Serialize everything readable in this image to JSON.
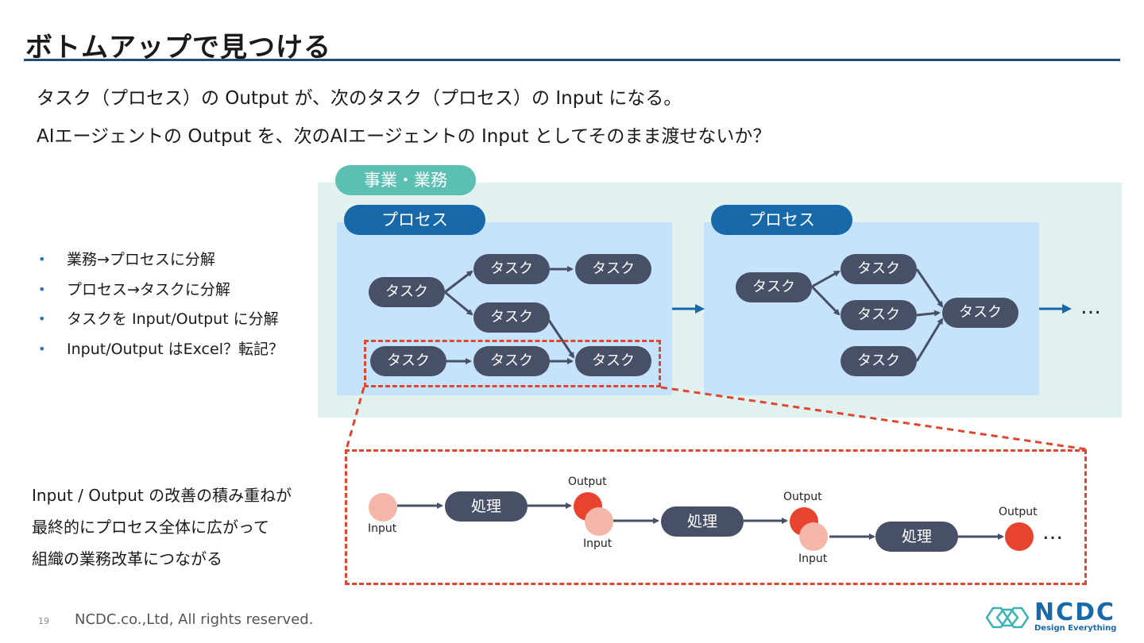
{
  "slide": {
    "title": "ボトムアップで見つける",
    "lead": [
      "タスク（プロセス）の Output が、次のタスク（プロセス）の Input になる。",
      "AIエージェントの Output を、次のAIエージェントの Input としてそのまま渡せないか？"
    ],
    "bullets": [
      "業務→プロセスに分解",
      "プロセス→タスクに分解",
      "タスクを Input/Output に分解",
      "Input/Output はExcel？転記？"
    ],
    "conclusion": [
      "Input / Output の改善の積み重ねが",
      "最終的にプロセス全体に広がって",
      "組織の業務改革につながる"
    ],
    "page_number": "19",
    "copyright": "NCDC.co.,Ltd, All rights reserved."
  },
  "diagram": {
    "business_label": "事業・業務",
    "process_label": "プロセス",
    "task_label": "タスク",
    "ellipsis": "…",
    "io": {
      "process_label": "処理",
      "input_label": "Input",
      "output_label": "Output"
    },
    "colors": {
      "business_bg": "#e0f1ef",
      "business_tag": "#5bbfb2",
      "process_bg": "#c5e3fa",
      "process_tag": "#1769aa",
      "task": "#475066",
      "highlight": "#e0452e",
      "input_circle": "#f4b6a9",
      "output_circle": "#e8432f"
    }
  },
  "logo": {
    "name": "NCDC",
    "tagline": "Design Everything"
  }
}
